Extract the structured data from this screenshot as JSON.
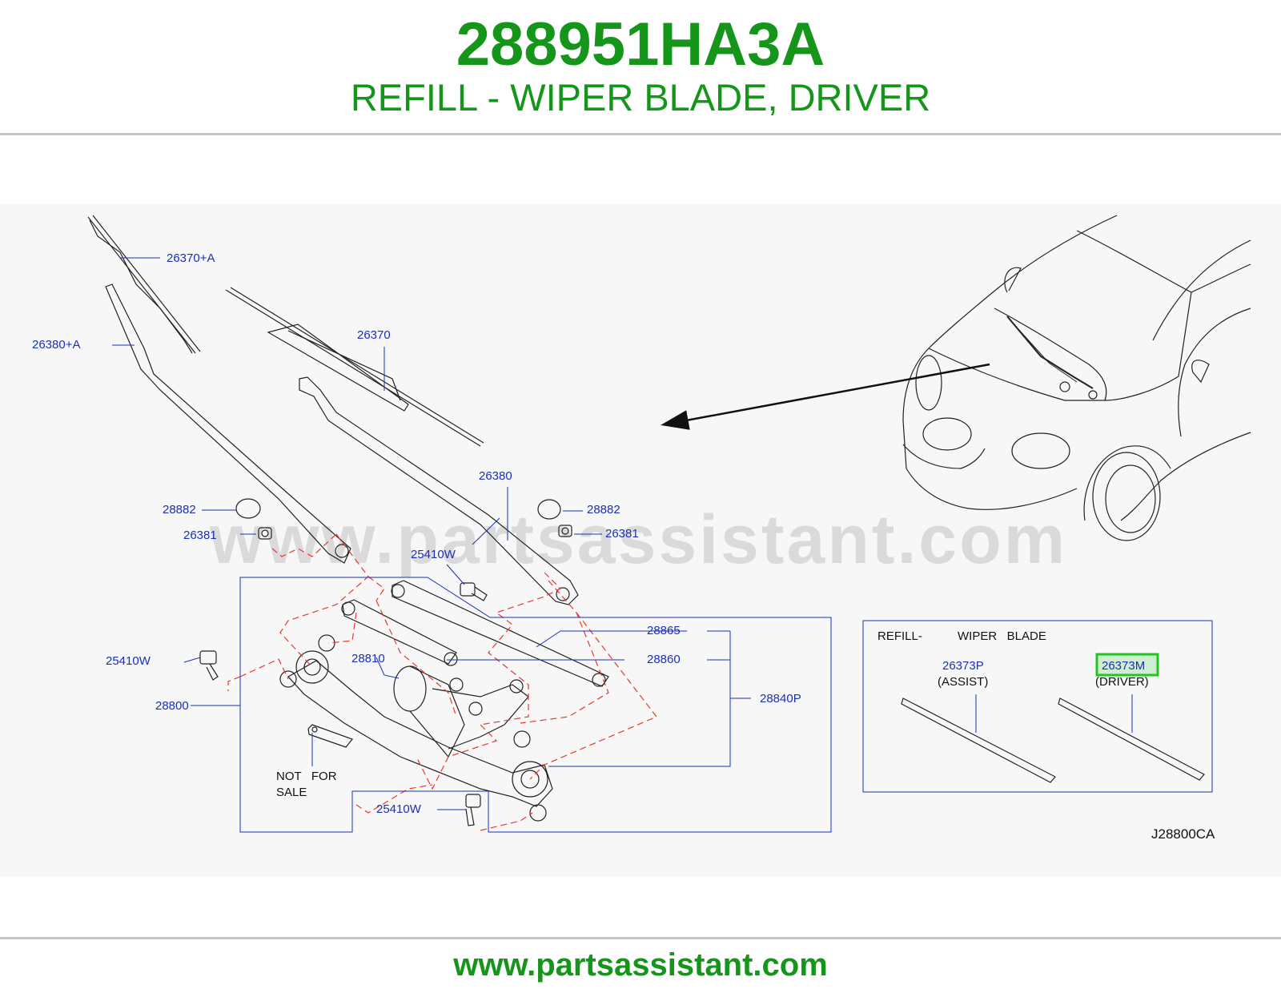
{
  "header": {
    "part_number": "288951HA3A",
    "part_description": "REFILL - WIPER BLADE, DRIVER"
  },
  "diagram": {
    "callouts": {
      "c_26370A": "26370+A",
      "c_26380A": "26380+A",
      "c_26370": "26370",
      "c_26380": "26380",
      "c_28882_left": "28882",
      "c_28882_right": "28882",
      "c_26381_left": "26381",
      "c_26381_right": "26381",
      "c_25410W_top": "25410W",
      "c_25410W_left": "25410W",
      "c_25410W_bottom": "25410W",
      "c_28865": "28865",
      "c_28860": "28860",
      "c_28810": "28810",
      "c_28800": "28800",
      "c_28840P": "28840P"
    },
    "not_for_sale_line1": "NOT   FOR",
    "not_for_sale_line2": "SALE",
    "refill_box": {
      "title_left": "REFILL-",
      "title_right": "WIPER   BLADE",
      "assist_part": "26373P",
      "assist_label": "(ASSIST)",
      "driver_part": "26373M",
      "driver_label": "(DRIVER)"
    },
    "diagram_code": "J28800CA",
    "watermark": "www.partsassistant.com",
    "highlight_color": "#22c322",
    "label_color": "#1b2fb8"
  },
  "footer": {
    "url": "www.partsassistant.com"
  }
}
